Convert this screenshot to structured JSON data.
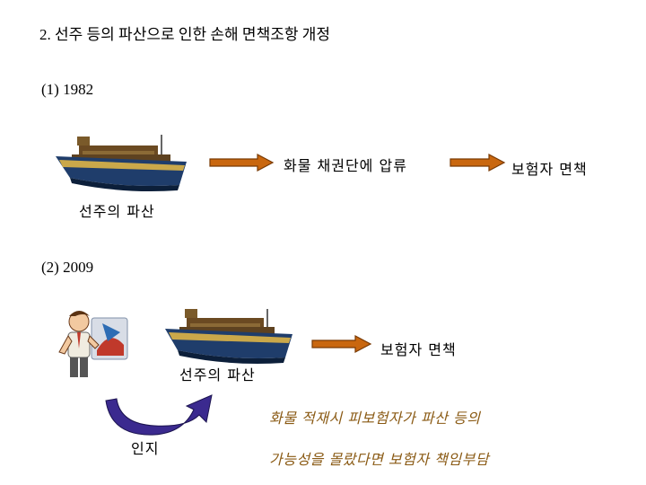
{
  "title": "2. 선주 등의 파산으로 인한 손해 면책조항 개정",
  "section1": {
    "heading": "(1) 1982",
    "ship_caption": "선주의 파산",
    "step1": "화물 채권단에 압류",
    "step2": "보험자 면책"
  },
  "section2": {
    "heading": "(2) 2009",
    "ship_caption": "선주의 파산",
    "result": "보험자 면책",
    "cycle_label": "인지",
    "note_line1": "화물 적재시 피보험자가 파산 등의",
    "note_line2": "가능성을 몰랐다면 보험자 책임부담"
  },
  "colors": {
    "arrow": "#c9670f",
    "arrow_dark": "#7a3b05",
    "curve_arrow": "#3b2a8f",
    "note": "#8a5a14"
  }
}
